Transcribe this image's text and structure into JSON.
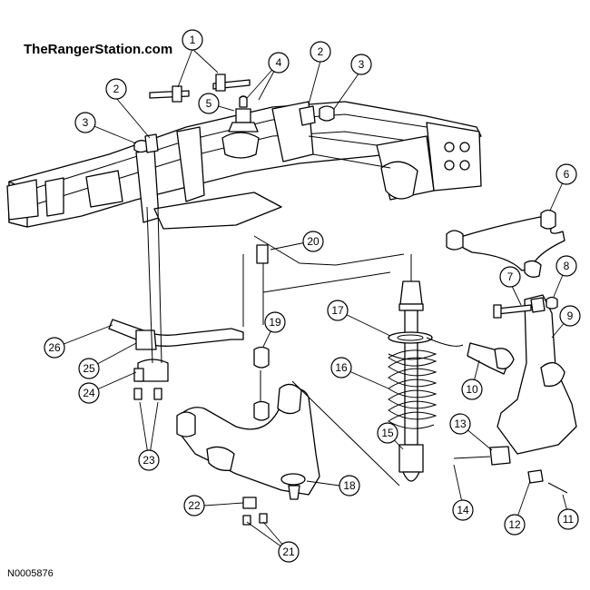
{
  "watermark": "TheRangerStation.com",
  "figure_code": "N0005876",
  "callouts": [
    "1",
    "1",
    "2",
    "2",
    "3",
    "3",
    "4",
    "4",
    "5",
    "6",
    "7",
    "8",
    "9",
    "10",
    "11",
    "12",
    "13",
    "14",
    "15",
    "16",
    "17",
    "18",
    "19",
    "20",
    "21",
    "21",
    "22",
    "23",
    "23",
    "24",
    "25",
    "26"
  ]
}
